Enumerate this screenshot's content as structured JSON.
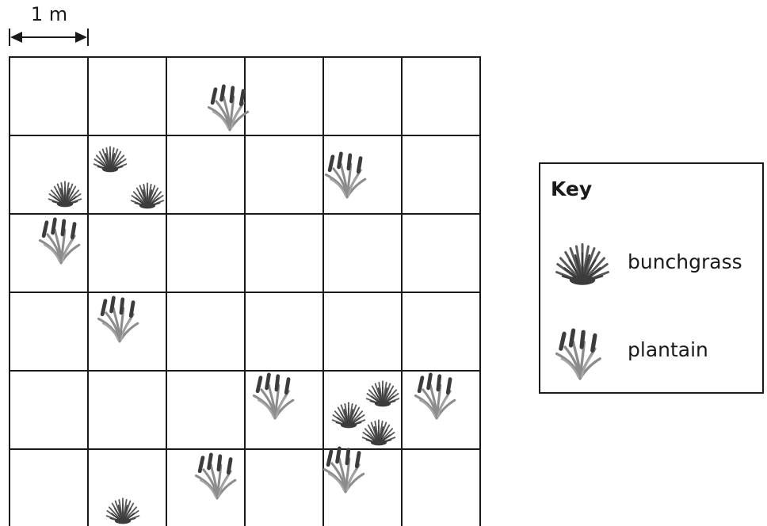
{
  "scale": {
    "label": "1 m"
  },
  "grid": {
    "rows": 6,
    "cols": 6
  },
  "plants": [
    {
      "type": "plantain",
      "row": 0,
      "col": 2
    },
    {
      "type": "bunchgrass",
      "row": 1,
      "col": 0
    },
    {
      "type": "bunchgrass",
      "row": 1,
      "col": 1
    },
    {
      "type": "bunchgrass",
      "row": 1,
      "col": 1
    },
    {
      "type": "plantain",
      "row": 1,
      "col": 4
    },
    {
      "type": "plantain",
      "row": 2,
      "col": 0
    },
    {
      "type": "plantain",
      "row": 3,
      "col": 1
    },
    {
      "type": "plantain",
      "row": 4,
      "col": 3
    },
    {
      "type": "bunchgrass",
      "row": 4,
      "col": 4
    },
    {
      "type": "bunchgrass",
      "row": 4,
      "col": 4
    },
    {
      "type": "bunchgrass",
      "row": 4,
      "col": 4
    },
    {
      "type": "plantain",
      "row": 4,
      "col": 5
    },
    {
      "type": "bunchgrass",
      "row": 5,
      "col": 1
    },
    {
      "type": "plantain",
      "row": 5,
      "col": 2
    },
    {
      "type": "plantain",
      "row": 5,
      "col": 4
    }
  ],
  "key": {
    "title": "Key",
    "items": [
      {
        "icon": "bunchgrass-icon",
        "label": "bunchgrass"
      },
      {
        "icon": "plantain-icon",
        "label": "plantain"
      }
    ]
  }
}
